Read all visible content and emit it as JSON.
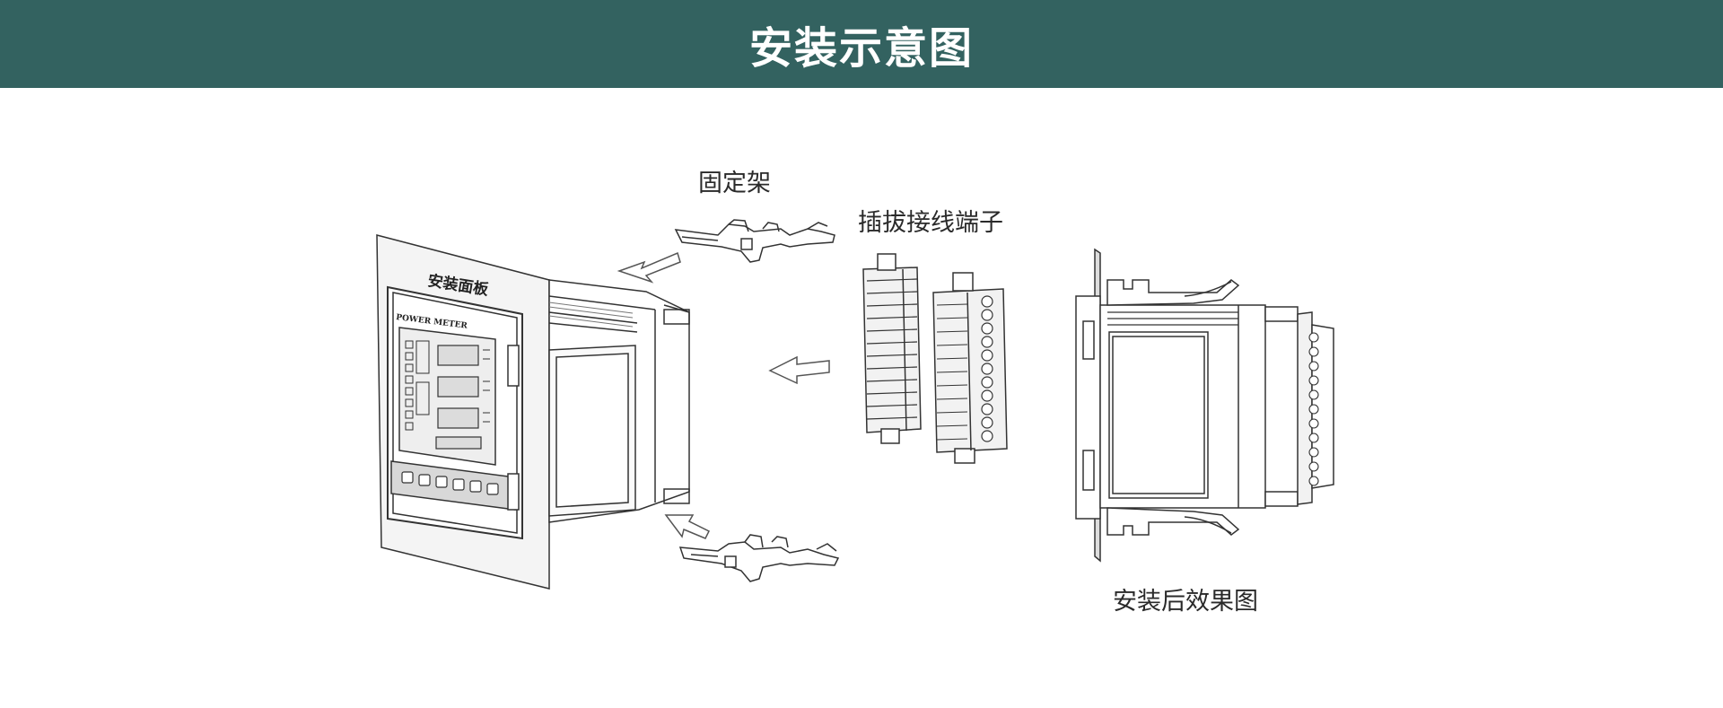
{
  "header": {
    "title": "安装示意图"
  },
  "labels": {
    "mounting_bracket": "固定架",
    "plug_terminal": "插拔接线端子",
    "installed_result": "安装后效果图"
  },
  "panel": {
    "title": "安装面板",
    "meter_brand": "POWER METER"
  },
  "colors": {
    "banner": "#336260"
  }
}
